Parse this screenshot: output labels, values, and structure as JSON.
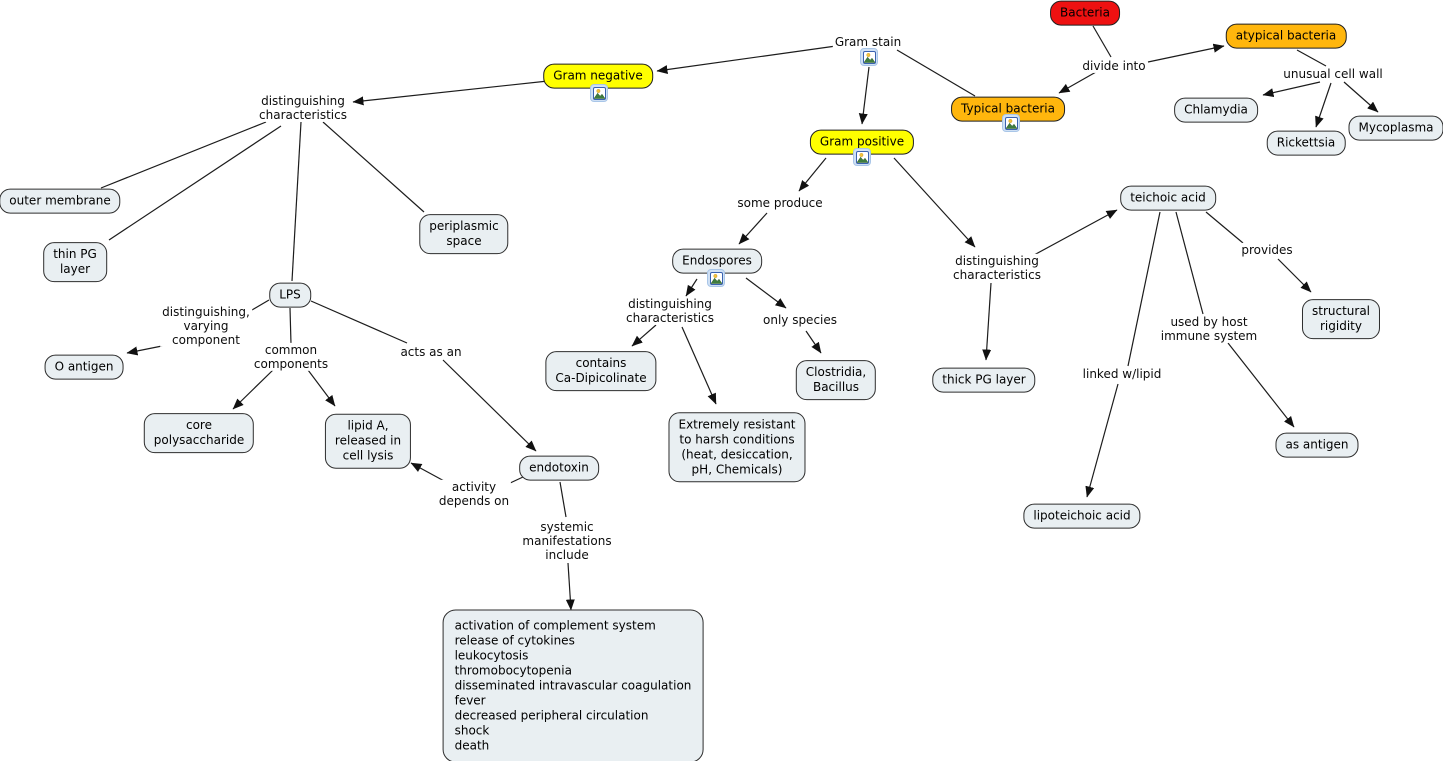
{
  "map_title": "Bacteria concept map",
  "colors": {
    "red": "#EE1111",
    "orange": "#FFB60D",
    "yellow": "#FFFF00",
    "concept_bg": "#E9EFF2",
    "concept_border": "#2E2E2E",
    "line": "#1C1C1C"
  },
  "icons": {
    "resource": "image-resource-icon"
  },
  "concepts": {
    "bacteria": {
      "label": "Bacteria"
    },
    "atypical_bacteria": {
      "label": "atypical bacteria"
    },
    "typical_bacteria": {
      "label": "Typical bacteria"
    },
    "gram_negative": {
      "label": "Gram negative"
    },
    "gram_positive": {
      "label": "Gram positive"
    },
    "chlamydia": {
      "label": "Chlamydia"
    },
    "rickettsia": {
      "label": "Rickettsia"
    },
    "mycoplasma": {
      "label": "Mycoplasma"
    },
    "outer_membrane": {
      "label": "outer membrane"
    },
    "thin_pg_layer": {
      "label": "thin PG\nlayer"
    },
    "periplasmic_space": {
      "label": "periplasmic\nspace"
    },
    "lps": {
      "label": "LPS"
    },
    "o_antigen": {
      "label": "O antigen"
    },
    "core_polysaccharide": {
      "label": "core\npolysaccharide"
    },
    "lipid_a": {
      "label": "lipid A,\nreleased in\ncell lysis"
    },
    "endotoxin": {
      "label": "endotoxin"
    },
    "contains_ca_dipicolinate": {
      "label": "contains\nCa-Dipicolinate"
    },
    "extremely_resistant": {
      "label": "Extremely resistant\nto harsh conditions\n(heat, desiccation,\npH, Chemicals)"
    },
    "clostridia_bacillus": {
      "label": "Clostridia,\nBacillus"
    },
    "endospores": {
      "label": "Endospores"
    },
    "thick_pg_layer": {
      "label": "thick PG layer"
    },
    "teichoic_acid": {
      "label": "teichoic acid"
    },
    "structural_rigidity": {
      "label": "structural\nrigidity"
    },
    "as_antigen": {
      "label": "as antigen"
    },
    "lipoteichoic_acid": {
      "label": "lipoteichoic acid"
    },
    "systemic_effects": {
      "label": "activation of complement system\nrelease of cytokines\nleukocytosis\nthromobocytopenia\ndisseminated intravascular coagulation\nfever\ndecreased peripheral circulation\nshock\ndeath"
    }
  },
  "linking_phrases": {
    "gram_stain": {
      "label": "Gram stain"
    },
    "divide_into": {
      "label": "divide into"
    },
    "unusual_cell_wall": {
      "label": "unusual cell wall"
    },
    "dc_gram_negative": {
      "label": "distinguishing\ncharacteristics"
    },
    "distinguishing_varying_component": {
      "label": "distinguishing,\nvarying\ncomponent"
    },
    "common_components": {
      "label": "common\ncomponents"
    },
    "acts_as_an": {
      "label": "acts as an"
    },
    "activity_depends_on": {
      "label": "activity\ndepends on"
    },
    "systemic_manifestations_include": {
      "label": "systemic\nmanifestations\ninclude"
    },
    "some_produce": {
      "label": "some produce"
    },
    "dc_endospores": {
      "label": "distinguishing\ncharacteristics"
    },
    "only_species": {
      "label": "only species"
    },
    "dc_gram_positive": {
      "label": "distinguishing\ncharacteristics"
    },
    "provides": {
      "label": "provides"
    },
    "used_by_host": {
      "label": "used by host\nimmune system"
    },
    "linked_w_lipid": {
      "label": "linked w/lipid"
    }
  }
}
